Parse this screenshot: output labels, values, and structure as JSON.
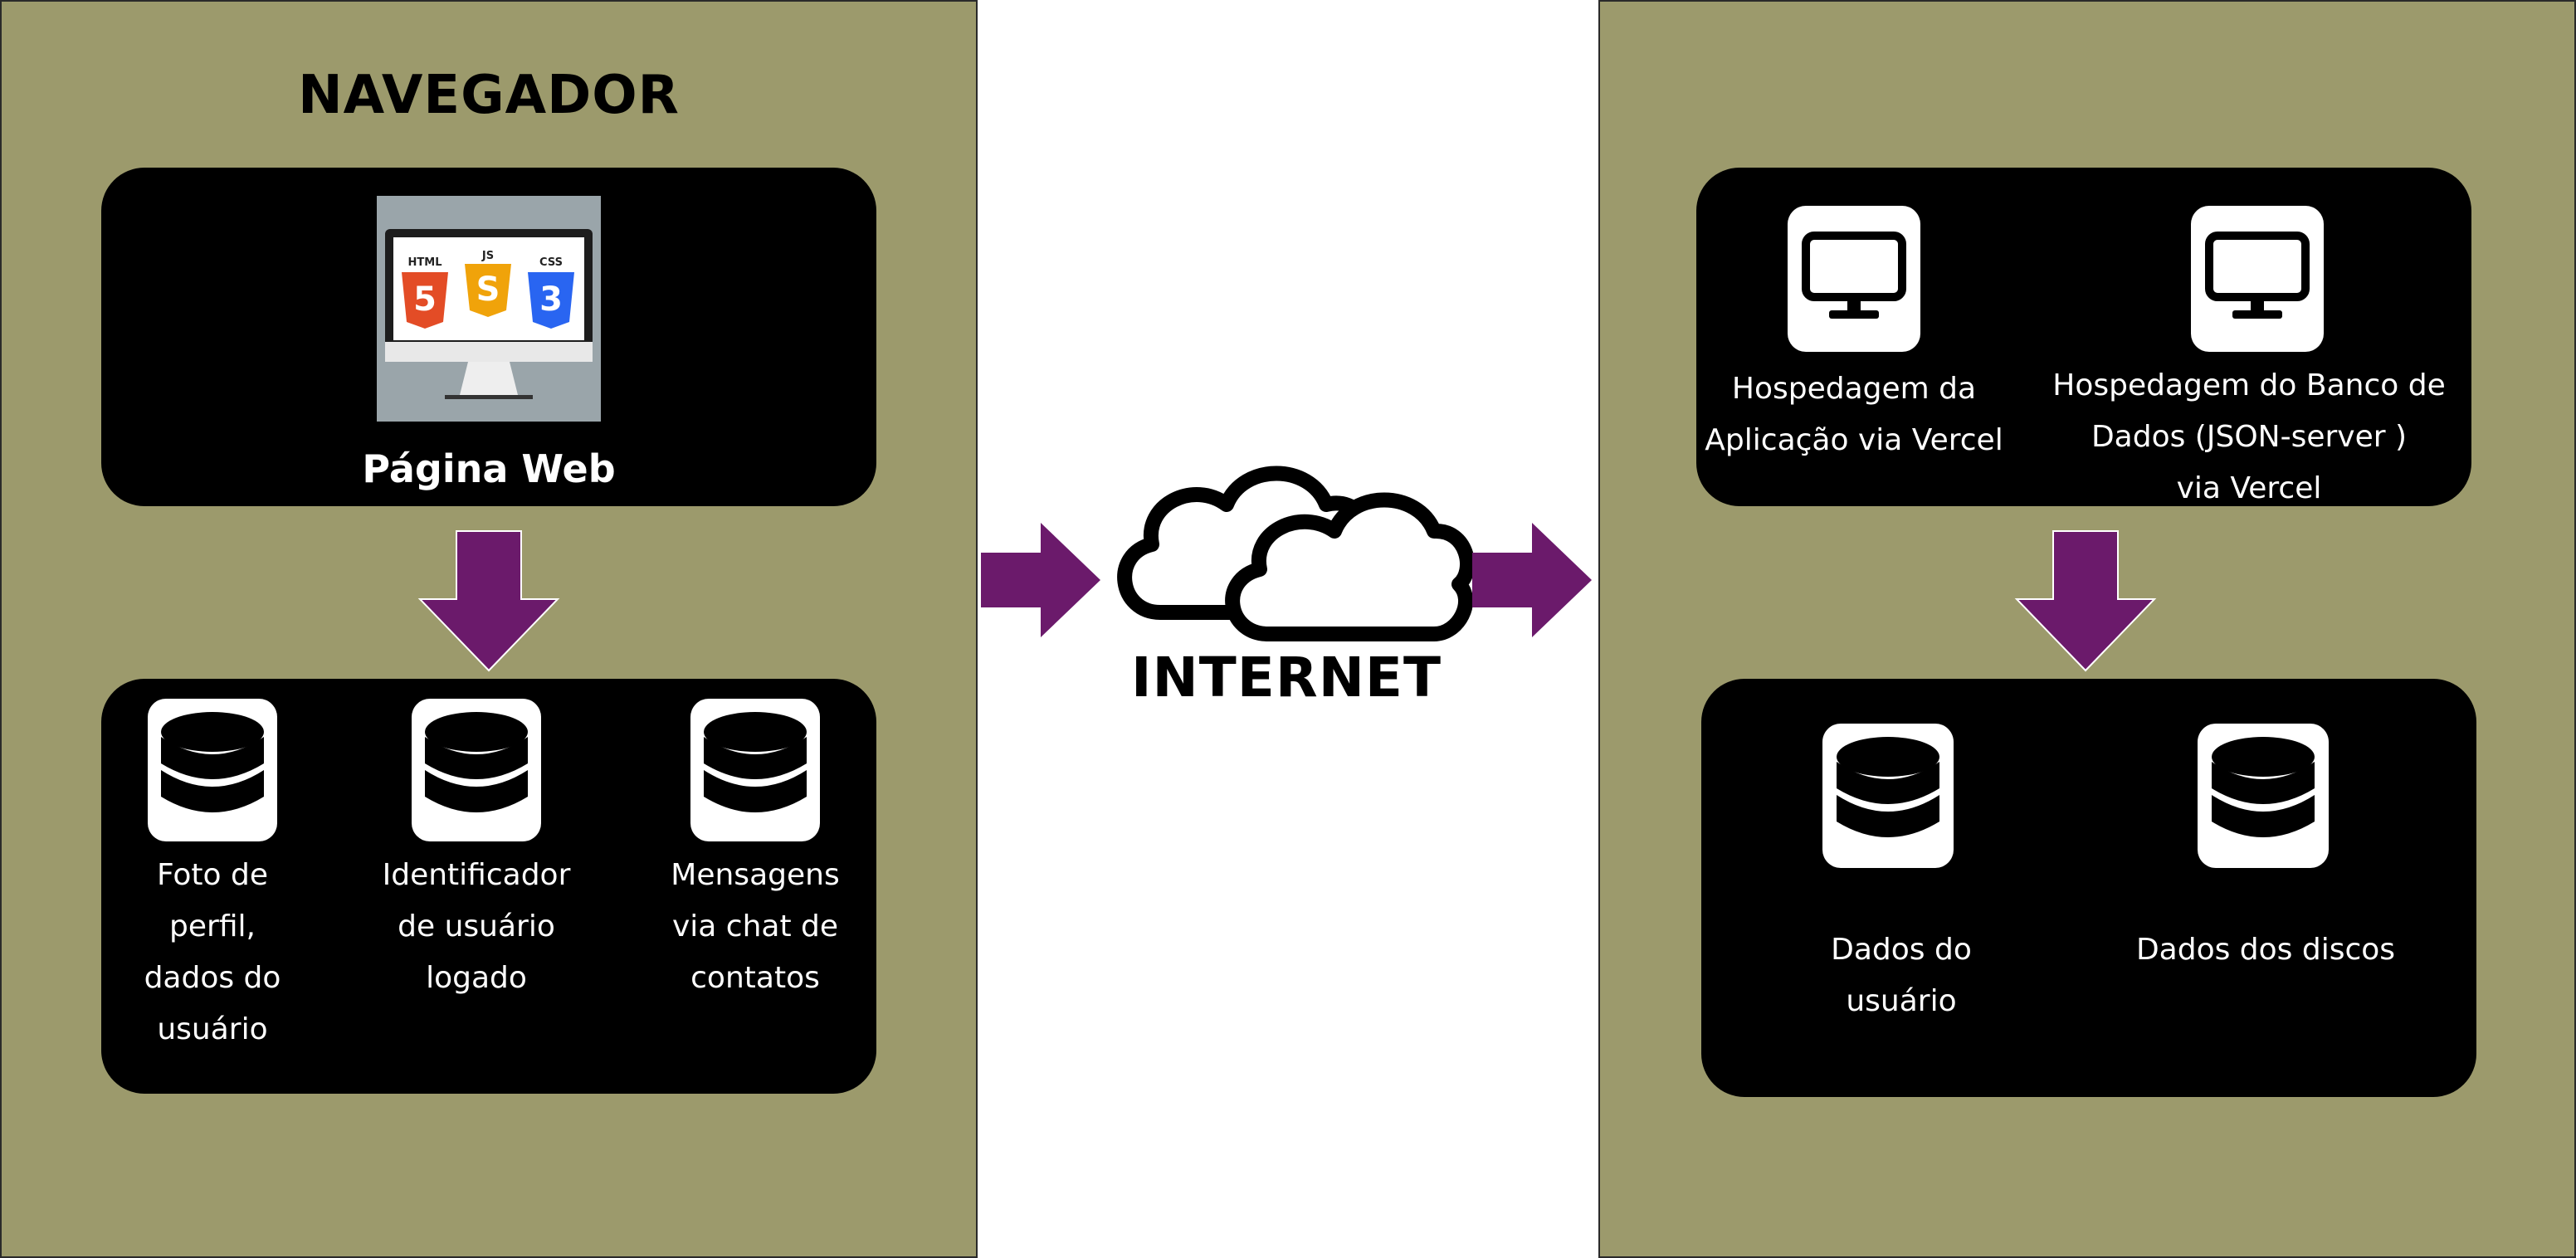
{
  "left_panel": {
    "title": "NAVEGADOR",
    "web_box": {
      "label": "Página Web",
      "monitor_badges": [
        "HTML",
        "JS",
        "CSS"
      ]
    },
    "storage_items": [
      {
        "label": "Foto de\nperfil,\ndados do\nusuário"
      },
      {
        "label": "Identificador\nde usuário\nlogado"
      },
      {
        "label": "Mensagens\nvia chat de\ncontatos"
      }
    ]
  },
  "center": {
    "label": "INTERNET"
  },
  "right_panel": {
    "hosting_items": [
      {
        "label": "Hospedagem da\nAplicação via Vercel"
      },
      {
        "label": "Hospedagem do Banco de\nDados (JSON-server )\nvia Vercel"
      }
    ],
    "data_items": [
      {
        "label": "Dados do\nusuário"
      },
      {
        "label": "Dados dos discos"
      }
    ]
  },
  "colors": {
    "panel_bg": "#9c9a6c",
    "box_bg": "#000000",
    "arrow": "#6b1a6b",
    "html5": "#e34c26",
    "js": "#f0a30a",
    "css3": "#2965f1"
  }
}
